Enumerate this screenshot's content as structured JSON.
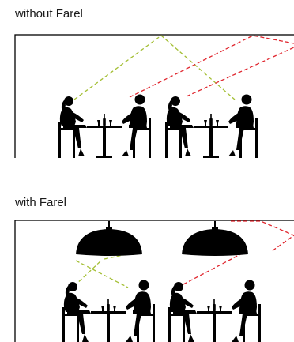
{
  "captions": {
    "top": "without Farel",
    "bottom": "with Farel"
  },
  "colors": {
    "frame": "#000000",
    "silhouette": "#000000",
    "sightline_green": "#a4bf35",
    "glare_red": "#e0262e",
    "background": "#ffffff"
  },
  "icons": {
    "person": "diner-silhouette",
    "table": "table-with-bottle-and-glasses",
    "lamp": "pendant-lamp-icon"
  }
}
